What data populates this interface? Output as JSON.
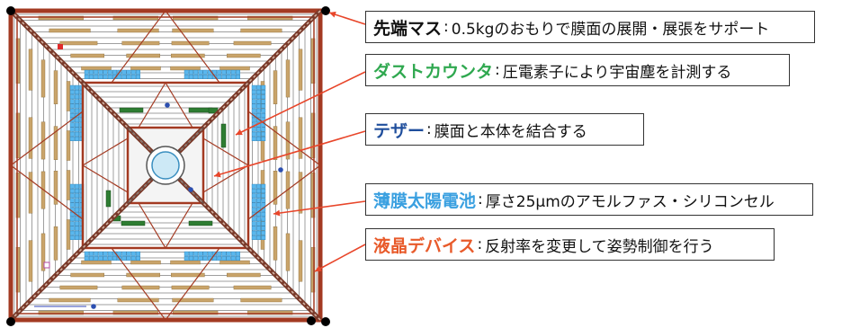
{
  "callouts": [
    {
      "id": "tip-mass",
      "name": "先端マス",
      "separator": ":",
      "description": "0.5kgのおもりで膜面の展開・展張をサポート",
      "name_color": "#111111"
    },
    {
      "id": "dust-counter",
      "name": "ダストカウンタ",
      "separator": ":",
      "description": "圧電素子により宇宙塵を計測する",
      "name_color": "#2fa84f"
    },
    {
      "id": "tether",
      "name": "テザー",
      "separator": ":",
      "description": "膜面と本体を結合する",
      "name_color": "#1f4e9c"
    },
    {
      "id": "thin-film-solar-cell",
      "name": "薄膜太陽電池",
      "separator": ":",
      "description": "厚さ25μmのアモルファス・シリコンセル",
      "name_color": "#3aa0e0"
    },
    {
      "id": "liquid-crystal-device",
      "name": "液晶デバイス",
      "separator": ":",
      "description": "反射率を変更して姿勢制御を行う",
      "name_color": "#e85a2a"
    }
  ],
  "colors": {
    "frame": "#a33a22",
    "diagonal": "#7a3a2a",
    "panel": "#c9a46a",
    "solar_cell": "#59b7ee",
    "dust_counter": "#2e7d32",
    "leader_line": "#e8462a",
    "tip_mass": "#000000"
  }
}
